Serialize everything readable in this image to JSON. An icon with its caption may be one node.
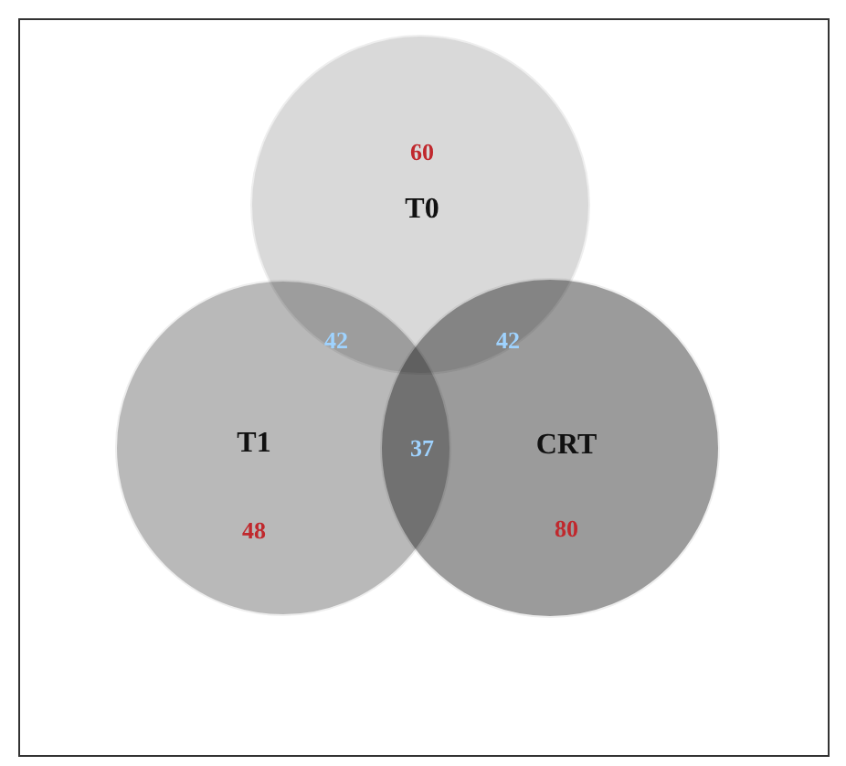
{
  "diagram": {
    "nodes": [
      {
        "text": [
          "60",
          "T0"
        ]
      },
      {
        "text": [
          "T1",
          "48"
        ]
      },
      {
        "text": [
          "CRT",
          "80"
        ]
      }
    ],
    "labels": [
      "42",
      "42",
      "37"
    ]
  }
}
